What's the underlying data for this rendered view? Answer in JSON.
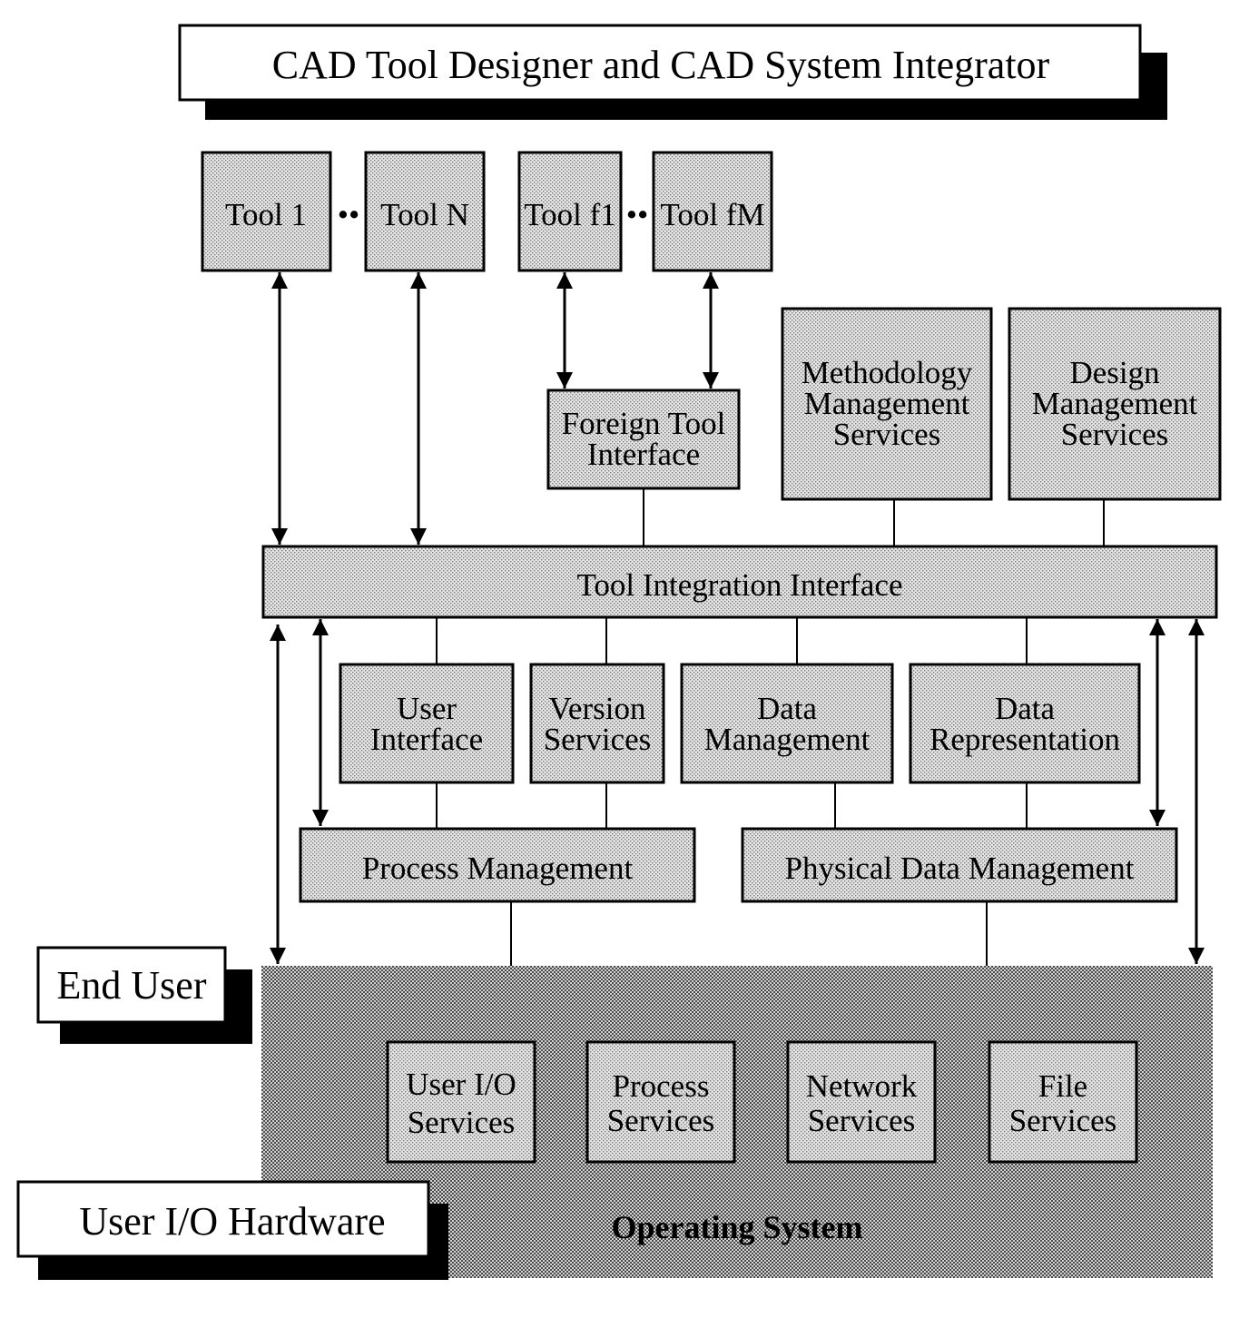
{
  "banner": {
    "title": "CAD Tool Designer and CAD System Integrator"
  },
  "tools": {
    "tool_1": "Tool 1",
    "tool_n": "Tool N",
    "tool_f1": "Tool f1",
    "tool_fm": "Tool fM",
    "ellipsis": "••"
  },
  "foreign_tool_interface": [
    "Foreign Tool",
    "Interface"
  ],
  "methodology_management_services": [
    "Methodology",
    "Management",
    "Services"
  ],
  "design_management_services": [
    "Design",
    "Management",
    "Services"
  ],
  "tool_integration_interface": "Tool Integration Interface",
  "user_interface": [
    "User",
    "Interface"
  ],
  "version_services": [
    "Version",
    "Services"
  ],
  "data_management": [
    "Data",
    "Management"
  ],
  "data_representation": [
    "Data",
    "Representation"
  ],
  "process_management": "Process Management",
  "physical_data_management": "Physical Data Management",
  "end_user": "End User",
  "user_io_hardware": "User I/O Hardware",
  "os_services": {
    "user_io_services": [
      "User I/O",
      "Services"
    ],
    "process_services": [
      "Process",
      "Services"
    ],
    "network_services": [
      "Network",
      "Services"
    ],
    "file_services": [
      "File",
      "Services"
    ]
  },
  "operating_system": "Operating System",
  "colors": {
    "stroke": "#000000",
    "box_fill": "#e8e8e8",
    "dot": "#7a7a7a",
    "os_fill": "#cfcfcf",
    "os_dot": "#4a4a4a",
    "background": "#ffffff"
  }
}
